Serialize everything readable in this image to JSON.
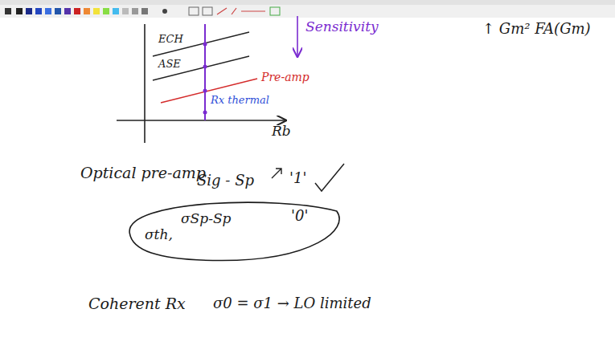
{
  "diagram": {
    "nodes": [
      {
        "text": [
          "σth,",
          "σSp-Sp",
          "'0'"
        ]
      }
    ],
    "labels": [
      "ECH",
      "ASE",
      "Pre-amp",
      "Rx thermal",
      "Sensitivity",
      "Rb",
      "↑ Gm² FA(Gm)",
      "Optical pre-amp",
      "Sig - Sp",
      "'1'",
      "Coherent Rx",
      "σ0 = σ1 → LO limited"
    ]
  }
}
